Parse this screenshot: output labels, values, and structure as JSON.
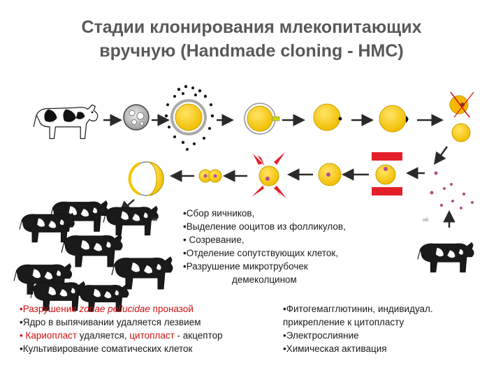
{
  "title": {
    "line1": "Стадии клонирования млекопитающих",
    "line2": "вручную (Handmade cloning - HMC)"
  },
  "stage_labels": {
    "xiii": "xiii",
    "viii": "viii"
  },
  "center_steps": [
    {
      "bullet": "•",
      "text": "Сбор яичников,"
    },
    {
      "bullet": "•",
      "text": "Выделение ооцитов из фолликулов,"
    },
    {
      "bullet": "•",
      "text": " Созревание,"
    },
    {
      "bullet": "•",
      "text": "Отделение сопутствующих клеток,"
    },
    {
      "bullet": "•",
      "text": "Разрушение микротрубочек"
    }
  ],
  "center_steps_tail": "демеколцином",
  "left_steps": [
    {
      "bullet": "•",
      "pre": "Разрушение ",
      "em": "zonae pellucidae",
      "post": " проназой"
    },
    {
      "bullet": "•",
      "text": "Ядро в выпячивании удаляется лезвием"
    },
    {
      "bullet": "•",
      "red1": " Кариопласт",
      "black1": "  удаляется, ",
      "red2": "цитопласт",
      "black2": " - акцептор"
    },
    {
      "bullet": "•",
      "text": "Культивирование соматических клеток"
    }
  ],
  "right_steps": [
    {
      "bullet": "•",
      "text": "Фитогемагглютинин,  индивидуал."
    },
    {
      "bullet": "",
      "text": "прикрепление к цитопласту"
    },
    {
      "bullet": "•",
      "text": "Электрослияние"
    },
    {
      "bullet": "•",
      "text": "Химическая активация"
    }
  ],
  "colors": {
    "title": "#595959",
    "accent_red": "#d01010",
    "cell_yellow": "#f5c400",
    "cell_yellow_light": "#ffe566",
    "cell_outline": "#c9a200",
    "nucleus_purple": "#a35a8a",
    "electrode_red": "#e3202a",
    "arrow_dark": "#2a2a2a"
  },
  "icons": [
    "cow-icon",
    "ovary-icon",
    "oocyte-icon",
    "arrow-right-icon",
    "arrow-left-icon",
    "arrow-down-icon",
    "electrode-icon",
    "spark-icon"
  ]
}
